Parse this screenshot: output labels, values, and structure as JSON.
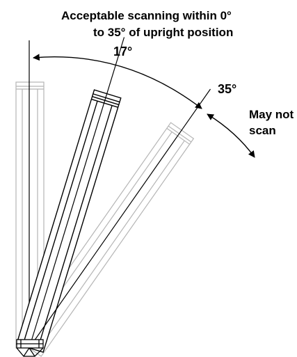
{
  "title": {
    "line1": "Acceptable scanning within 0°",
    "line2": "to 35° of upright position"
  },
  "angles": {
    "mid_label": "17°",
    "max_label": "35°"
  },
  "warning": {
    "line1": "May not",
    "line2": "scan"
  },
  "colors": {
    "ink": "#000000",
    "ghost": "#b5b5b5"
  }
}
